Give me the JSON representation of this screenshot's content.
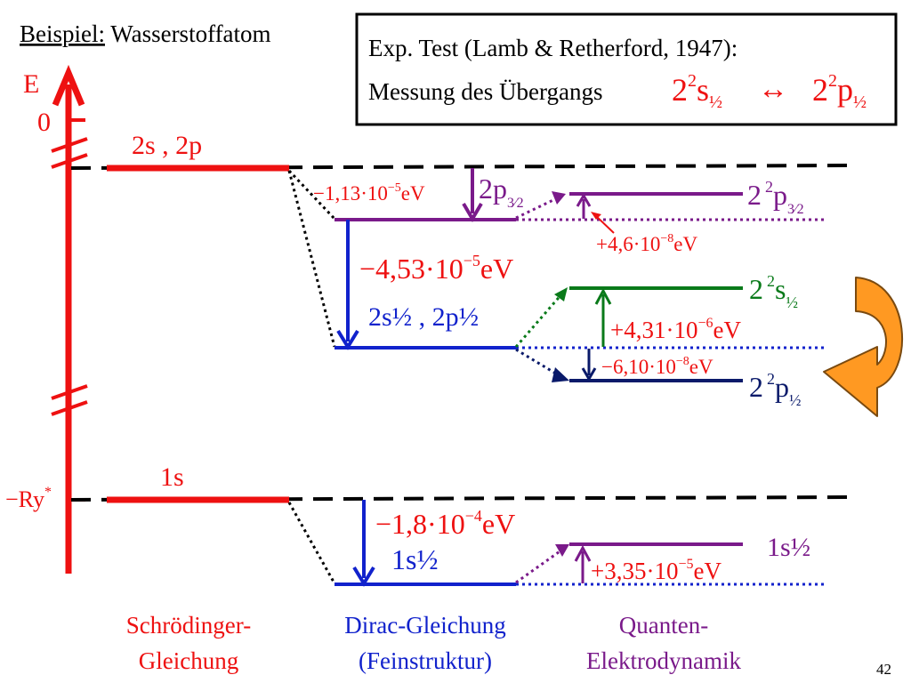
{
  "title": {
    "underlined": "Beispiel:",
    "rest": " Wasserstoffatom"
  },
  "box": {
    "line1": "Exp. Test (Lamb & Retherford, 1947):",
    "line2": "Messung des Übergangs",
    "left_level": {
      "n": "2",
      "sup": "2",
      "l": "s",
      "j": "½"
    },
    "arrow": "↔",
    "right_level": {
      "n": "2",
      "sup": "2",
      "l": "p",
      "j": "½"
    }
  },
  "axis": {
    "label": "E",
    "zero": "0",
    "ry": "−Ry",
    "ry_sup": "*"
  },
  "schroedinger": {
    "label_2s2p": "2s ,  2p",
    "label_1s": "1s"
  },
  "dirac": {
    "shift_2p32": {
      "text": "−1,13·10",
      "exp": "−5",
      "unit": "eV"
    },
    "label_2p32": {
      "base": "2p",
      "j": "3⁄2"
    },
    "shift_2s12": {
      "text": "−4,53·10",
      "exp": "−5",
      "unit": "eV"
    },
    "label_2s2p12": "2s½ ,  2p½",
    "shift_1s": {
      "text": "−1,8·10",
      "exp": "−4",
      "unit": "eV"
    },
    "label_1s12": "1s½"
  },
  "qed": {
    "label_2p32": {
      "n": "2",
      "sup": "2",
      "l": "p",
      "j": "3⁄2"
    },
    "shift_2p32": {
      "text": "+4,6·10",
      "exp": "−8",
      "unit": "eV"
    },
    "label_2s12": {
      "n": "2",
      "sup": "2",
      "l": "s",
      "j": "½"
    },
    "shift_2s12": {
      "text": "+4,31·10",
      "exp": "−6",
      "unit": "eV"
    },
    "shift_2p12": {
      "text": "−6,10·10",
      "exp": "−8",
      "unit": "eV"
    },
    "label_2p12": {
      "n": "2",
      "sup": "2",
      "l": "p",
      "j": "½"
    },
    "label_1s12": "1s½",
    "shift_1s12": {
      "text": "+3,35·10",
      "exp": "−5",
      "unit": "eV"
    }
  },
  "columns": {
    "col1_line1": "Schrödinger-",
    "col1_line2": "Gleichung",
    "col2_line1": "Dirac-Gleichung",
    "col2_line2": "(Feinstruktur)",
    "col3_line1": "Quanten-",
    "col3_line2": "Elektrodynamik"
  },
  "page_number": "42",
  "colors": {
    "red": "#ee1111",
    "blue": "#1122cc",
    "purple": "#7a1a8a",
    "green": "#0a7a1a",
    "navy": "#0a1a6a",
    "orange": "#ff9922"
  }
}
